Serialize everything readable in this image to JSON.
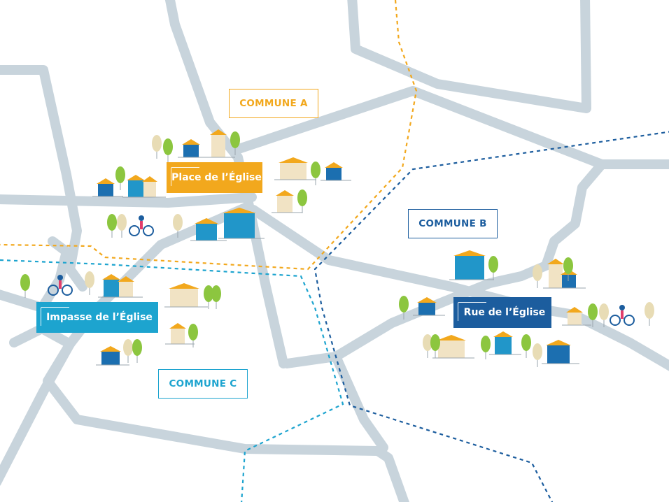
{
  "communes": {
    "a": "COMMUNE A",
    "b": "COMMUNE B",
    "c": "COMMUNE C"
  },
  "places": {
    "place": "Place de l’Église",
    "impasse": "Impasse de l’Église",
    "rue": "Rue de l’Église"
  },
  "colors": {
    "commune_a": "#f2a81d",
    "commune_b": "#1c5d9e",
    "commune_c": "#1da4cf",
    "road": "#c8d4dc"
  }
}
